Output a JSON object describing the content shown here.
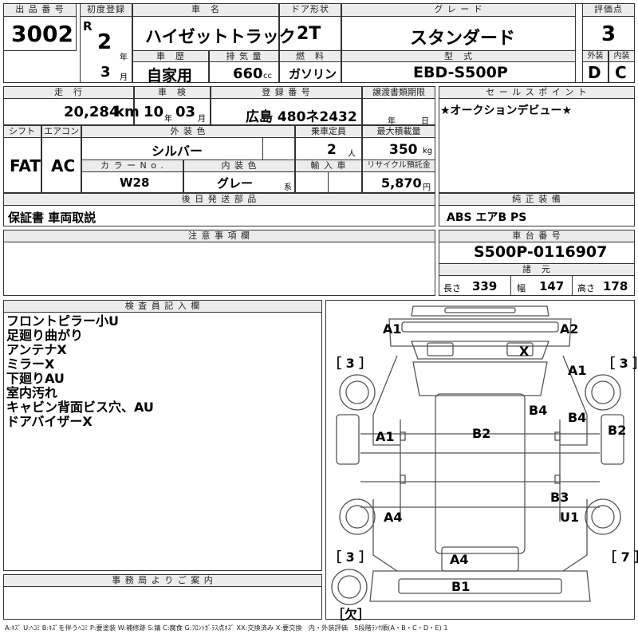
{
  "headers": {
    "lot_no": "出 品 番 号",
    "first_reg": "初度登録",
    "car_name": "車　名",
    "door": "ドア形状",
    "grade": "グ レ ー ド",
    "score": "評価点",
    "history": "車　歴",
    "displacement": "排 気 量",
    "fuel": "燃　料",
    "model_type": "型　式",
    "exterior": "外装",
    "interior": "内装",
    "mileage": "走　行",
    "inspection": "車　検",
    "reg_no": "登 録 番 号",
    "transfer_deadline": "譲渡書類期限",
    "sales_point": "セ ー ル ス ポ イ ン ト",
    "shift": "シフト",
    "aircon": "エアコン",
    "ext_color": "外 装 色",
    "capacity": "乗車定員",
    "max_load": "最大積載量",
    "color_no": "カ ラ ー N o .",
    "int_color": "内 装 色",
    "import": "輸 入 車",
    "recycle": "リサイクル預託金",
    "later_parts": "後 日 発 送 部 品",
    "genuine_equipment": "純 正 装 備",
    "notes": "注 意 事 項 欄",
    "chassis_no": "車 台 番 号",
    "dimensions": "諸　元",
    "inspector": "検 査 員 記 入 欄",
    "office": "事 務 局 よ り ご 案 内"
  },
  "lot_no": "3002",
  "era": "R",
  "year": "2",
  "year_unit": "年",
  "month": "3",
  "month_unit": "月",
  "car_name": "ハイゼットトラック",
  "door": "2T",
  "grade": "スタンダード",
  "score": "3",
  "history": "自家用",
  "displacement": "660",
  "displacement_unit": "cc",
  "fuel": "ガソリン",
  "model_type": "EBD-S500P",
  "exterior_score": "D",
  "interior_score": "C",
  "mileage": "20,284",
  "mileage_unit": "km",
  "inspection_year": "10",
  "inspection_year_unit": "年",
  "inspection_month": "03",
  "inspection_month_unit": "月",
  "reg_no": "広島 480ネ2432",
  "transfer_year_unit": "年",
  "transfer_day_unit": "日",
  "sales_point": "★オークションデビュー★",
  "shift": "FAT",
  "aircon": "AC",
  "ext_color": "シルバー",
  "capacity": "2",
  "capacity_unit": "人",
  "max_load": "350",
  "max_load_unit": "kg",
  "color_no": "W28",
  "int_color": "グレー",
  "int_color_unit": "系",
  "recycle": "5,870",
  "recycle_unit": "円",
  "later_parts": "保証書 車両取説",
  "genuine_equipment": "ABS エアB PS",
  "chassis_no": "S500P-0116907",
  "dims": {
    "length_label": "長さ",
    "length": "339",
    "width_label": "幅",
    "width": "147",
    "height_label": "高さ",
    "height": "178"
  },
  "inspector_notes": [
    "フロントピラー小U",
    "足廻り曲がり",
    "アンテナX",
    "ミラーX",
    "下廻りAU",
    "室内汚れ",
    "キャビン背面ビス穴、AU",
    "ドアバイザーX"
  ],
  "diagram_marks": {
    "a1_front_left": "A1",
    "a2_front_right": "A2",
    "x_windshield": "X",
    "a1_right_fender": "A1",
    "b4_cab_right": "B4",
    "b4_right_door": "B4",
    "a1_left_side": "A1",
    "b2_floor": "B2",
    "b2_right_side": "B2",
    "b3_bed": "B3",
    "a4_rear_left": "A4",
    "u1_rear_right": "U1",
    "a4_tailgate": "A4",
    "b1_rear": "B1"
  },
  "tires": {
    "front_left": "［ 3 ］",
    "front_right": "［ 3 ］",
    "rear_left": "［ 3 ］",
    "rear_right": "［ 7 ］",
    "spare": "［欠］"
  },
  "legend": "A:ｷｽﾞ U:ﾍｺﾐ B:ｷｽﾞを伴うﾍｺﾐ P:要塗装 W:補修跡 S:錆 C:腐食 G:ﾌﾛﾝﾄｶﾞﾗｽ点ｷｽﾞ XX:交換済み X:要交換　内・外装評価　5段階ﾗﾝｸ順(A・B・C・D・E) 1"
}
